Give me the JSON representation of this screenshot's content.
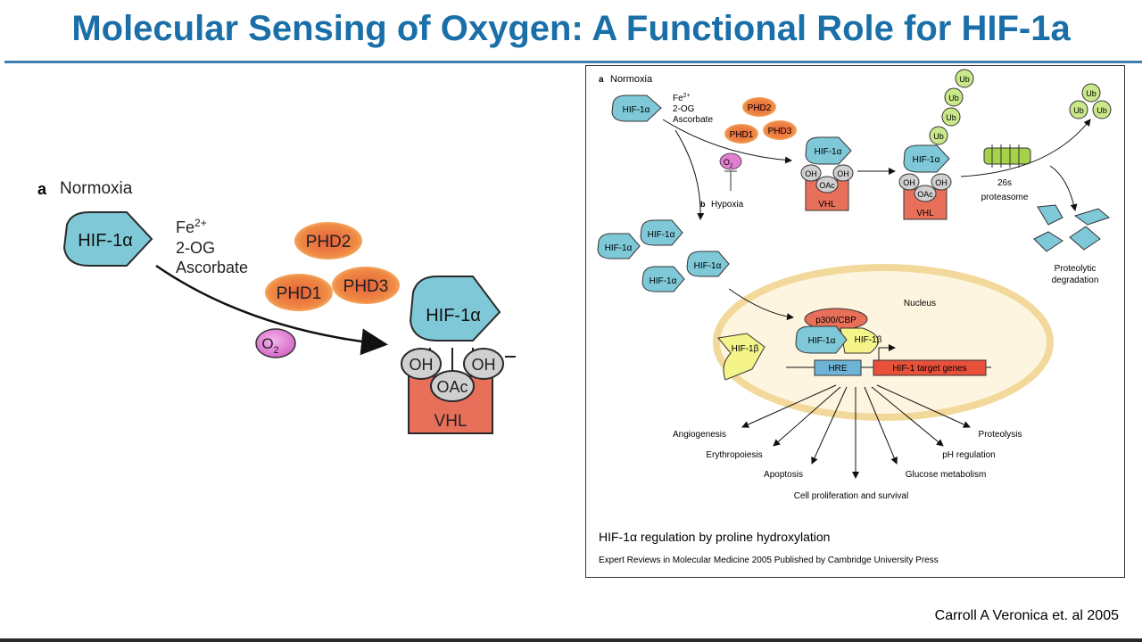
{
  "slide": {
    "title": "Molecular Sensing of Oxygen: A Functional Role for HIF-1a",
    "citation": "Carroll A Veronica et. al 2005"
  },
  "left_panel": {
    "panel_label": "a",
    "panel_title": "Normoxia",
    "hif": "HIF-1α",
    "cofactor_fe": "Fe",
    "cofactor_fe_sup": "2+",
    "cofactor_og": "2-OG",
    "cofactor_asc": "Ascorbate",
    "phd2": "PHD2",
    "phd1": "PHD1",
    "phd3": "PHD3",
    "o2": "O",
    "o2_sub": "2",
    "oh1": "OH",
    "oh2": "OH",
    "oac": "OAc",
    "vhl": "VHL"
  },
  "right_panel": {
    "normoxia_label": "a",
    "normoxia_title": "Normoxia",
    "hif": "HIF-1α",
    "cofactor_fe": "Fe",
    "cofactor_fe_sup": "2+",
    "cofactor_og": "2-OG",
    "cofactor_asc": "Ascorbate",
    "phd2": "PHD2",
    "phd1": "PHD1",
    "phd3": "PHD3",
    "o2": "O",
    "o2_sub": "2",
    "hypoxia_label": "b",
    "hypoxia_title": "Hypoxia",
    "oh": "OH",
    "oac": "OAc",
    "vhl": "VHL",
    "ub": "Ub",
    "proteasome_line1": "26s",
    "proteasome_line2": "proteasome",
    "degradation_line1": "Proteolytic",
    "degradation_line2": "degradation",
    "nucleus": "Nucleus",
    "p300": "p300/CBP",
    "hif1b": "HIF-1β",
    "hre": "HRE",
    "target_genes": "HIF-1 target genes",
    "outcomes": {
      "angiogenesis": "Angiogenesis",
      "erythropoiesis": "Erythropoiesis",
      "apoptosis": "Apoptosis",
      "proliferation": "Cell proliferation and survival",
      "glucose": "Glucose metabolism",
      "ph": "pH regulation",
      "proteolysis": "Proteolysis"
    },
    "caption": "HIF-1α regulation by proline hydroxylation",
    "source": "Expert Reviews in Molecular Medicine 2005 Published by Cambridge University Press"
  },
  "colors": {
    "title": "#1a6fa8",
    "hif": "#7ec8d8",
    "phd_fill": "#e8623a",
    "phd_glow": "#f7b36a",
    "o2": "#e07fd0",
    "vhl": "#e8705a",
    "oh": "#d0d0d0",
    "ub": "#c9e88a",
    "nucleus": "#fbf1d6",
    "nucleus_edge": "#f2d89a",
    "hif1b": "#f4f48a",
    "p300": "#e8705a",
    "hre": "#6fb4d8",
    "target": "#e8503a"
  }
}
